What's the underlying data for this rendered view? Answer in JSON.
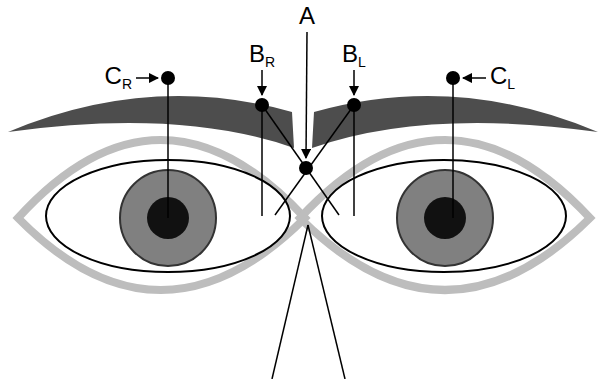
{
  "diagram": {
    "labels": [
      "A",
      "BR",
      "BL",
      "CR",
      "CL"
    ]
  }
}
